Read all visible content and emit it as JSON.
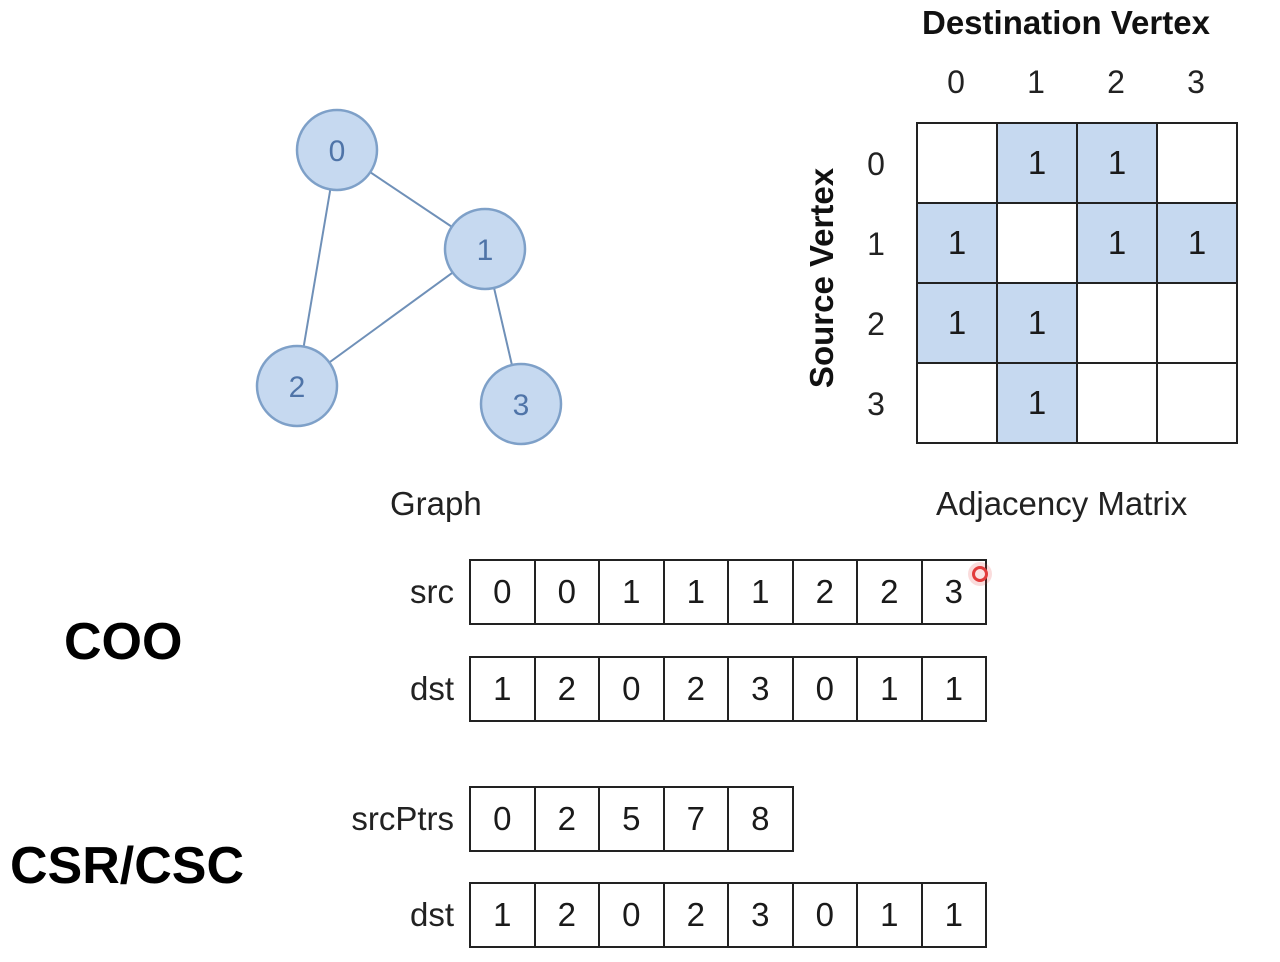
{
  "graph": {
    "caption": "Graph",
    "nodes": [
      "0",
      "1",
      "2",
      "3"
    ]
  },
  "matrix": {
    "col_title": "Destination Vertex",
    "row_title": "Source Vertex",
    "col_indices": [
      "0",
      "1",
      "2",
      "3"
    ],
    "row_indices": [
      "0",
      "1",
      "2",
      "3"
    ],
    "rows": [
      [
        "",
        "1",
        "1",
        ""
      ],
      [
        "1",
        "",
        "1",
        "1"
      ],
      [
        "1",
        "1",
        "",
        ""
      ],
      [
        "",
        "1",
        "",
        ""
      ]
    ],
    "caption": "Adjacency Matrix",
    "fill_color": "#c6d9f0"
  },
  "coo": {
    "title": "COO",
    "src_label": "src",
    "src": [
      "0",
      "0",
      "1",
      "1",
      "1",
      "2",
      "2",
      "3"
    ],
    "dst_label": "dst",
    "dst": [
      "1",
      "2",
      "0",
      "2",
      "3",
      "0",
      "1",
      "1"
    ]
  },
  "csr": {
    "title": "CSR/CSC",
    "ptrs_label": "srcPtrs",
    "ptrs": [
      "0",
      "2",
      "5",
      "7",
      "8"
    ],
    "dst_label": "dst",
    "dst": [
      "1",
      "2",
      "0",
      "2",
      "3",
      "0",
      "1",
      "1"
    ]
  }
}
